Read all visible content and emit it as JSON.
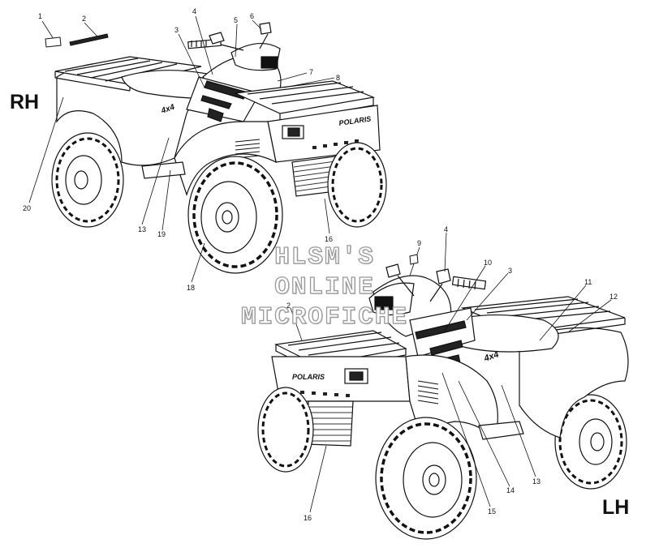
{
  "views": [
    {
      "id": "rh",
      "label": "RH"
    },
    {
      "id": "lh",
      "label": "LH"
    }
  ],
  "watermark": {
    "lines": [
      "HLSM'S",
      "ONLINE",
      "MICROFICHE"
    ]
  },
  "callouts_rh": [
    "1",
    "2",
    "3",
    "4",
    "5",
    "6",
    "7",
    "8",
    "13",
    "16",
    "18",
    "19",
    "20"
  ],
  "callouts_lh": [
    "2",
    "3",
    "4",
    "9",
    "10",
    "11",
    "12",
    "13",
    "14",
    "15",
    "16"
  ],
  "decal_text": {
    "brand": "POLARIS",
    "model_badge": "4x4"
  }
}
